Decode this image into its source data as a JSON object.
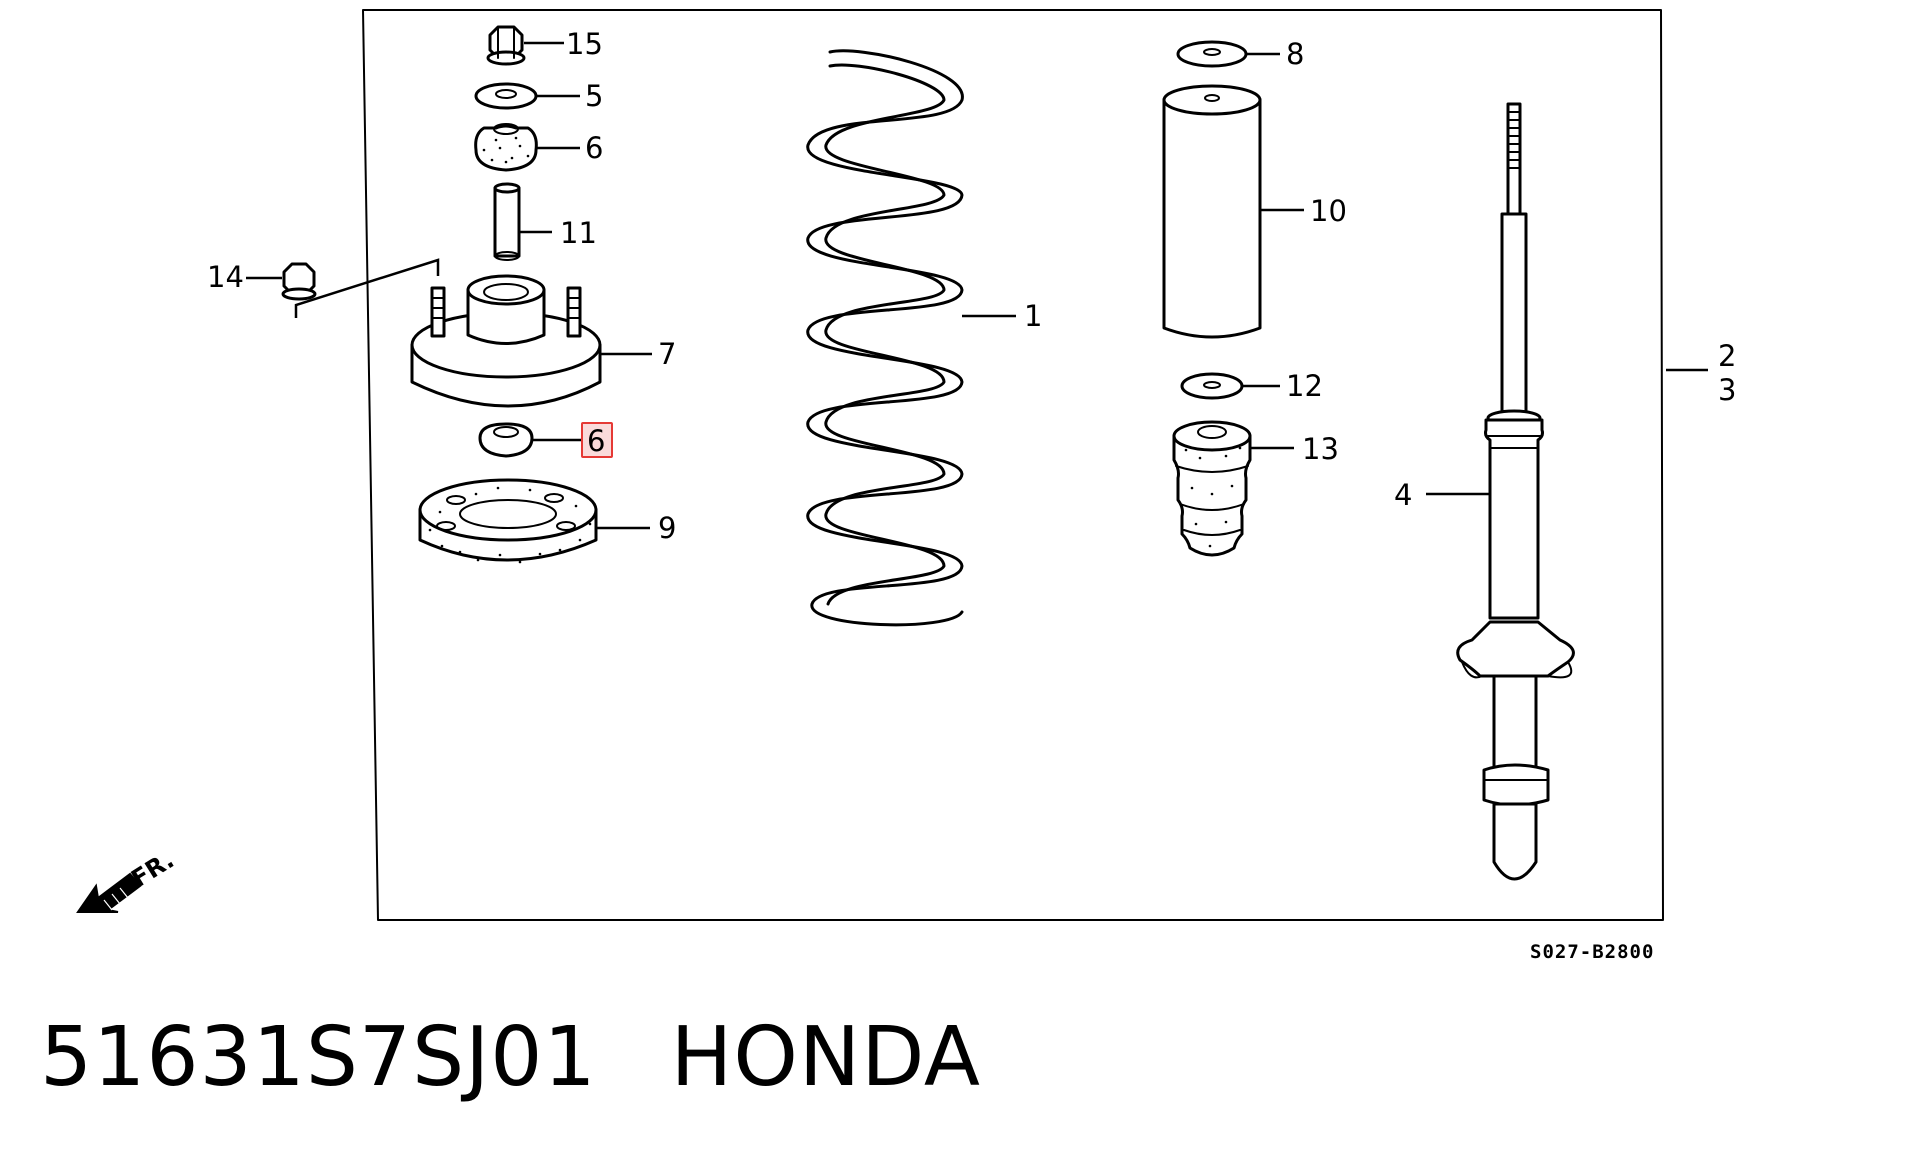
{
  "callouts": [
    {
      "id": "c1",
      "label": "1"
    },
    {
      "id": "c2",
      "label": "2"
    },
    {
      "id": "c3",
      "label": "3"
    },
    {
      "id": "c4",
      "label": "4"
    },
    {
      "id": "c5",
      "label": "5"
    },
    {
      "id": "c6a",
      "label": "6"
    },
    {
      "id": "c6b",
      "label": "6",
      "highlighted": true
    },
    {
      "id": "c7",
      "label": "7"
    },
    {
      "id": "c8",
      "label": "8"
    },
    {
      "id": "c9",
      "label": "9"
    },
    {
      "id": "c10",
      "label": "10"
    },
    {
      "id": "c11",
      "label": "11"
    },
    {
      "id": "c12",
      "label": "12"
    },
    {
      "id": "c13",
      "label": "13"
    },
    {
      "id": "c14",
      "label": "14"
    },
    {
      "id": "c15",
      "label": "15"
    }
  ],
  "direction_label": "FR.",
  "diagram_code": "S027-B2800",
  "part_number": "51631S7SJ01",
  "brand": "HONDA",
  "colors": {
    "highlight": "#e53935",
    "line": "#000000",
    "background": "#ffffff"
  }
}
